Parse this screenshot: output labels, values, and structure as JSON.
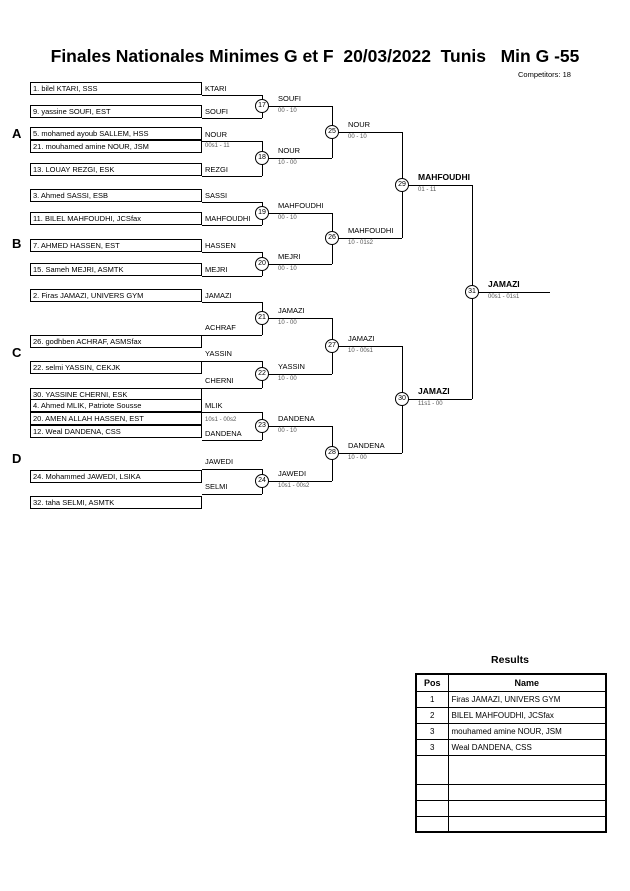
{
  "header": {
    "title": "Finales Nationales Minimes G et F  20/03/2022  Tunis   Min G -55",
    "competitors": "Competitors: 18"
  },
  "groups": [
    "A",
    "B",
    "C",
    "D"
  ],
  "bracket": {
    "competitors": [
      "1. bilel KTARI, SSS",
      "9. yassine SOUFI, EST",
      "5. mohamed ayoub SALLEM, HSS",
      "21. mouhamed amine NOUR, JSM",
      "13. LOUAY REZGI, ESK",
      "3. Ahmed SASSI, ESB",
      "11. BILEL MAHFOUDHI, JCSfax",
      "7. AHMED HASSEN, EST",
      "15. Sameh MEJRI, ASMTK",
      "2. Firas JAMAZI, UNIVERS GYM",
      "26. godhben ACHRAF, ASMSfax",
      "22. selmi YASSIN, CEKJK",
      "30. YASSINE CHERNI, ESK",
      "4. Ahmed MLIK, Patriote Sousse",
      "20. AMEN ALLAH HASSEN, EST",
      "12. Weal DANDENA, CSS",
      "24. Mohammed JAWEDI, LSIKA",
      "32. taha SELMI, ASMTK"
    ],
    "round1": [
      {
        "name": "KTARI"
      },
      {
        "name": "SOUFI"
      },
      {
        "name": "NOUR",
        "score": "00s1 - 11"
      },
      {
        "name": "REZGI"
      },
      {
        "name": "SASSI"
      },
      {
        "name": "MAHFOUDHI"
      },
      {
        "name": "HASSEN"
      },
      {
        "name": "MEJRI"
      },
      {
        "name": "JAMAZI"
      },
      {
        "name": "ACHRAF"
      },
      {
        "name": "YASSIN"
      },
      {
        "name": "CHERNI"
      },
      {
        "name": "MLIK"
      },
      {
        "name": "DANDENA",
        "score": "10s1 - 00s2"
      },
      {
        "name": "JAWEDI"
      },
      {
        "name": "SELMI"
      }
    ],
    "matches": [
      {
        "no": "17",
        "winner": "SOUFI",
        "score": "00 - 10"
      },
      {
        "no": "18",
        "winner": "NOUR",
        "score": "10 - 00"
      },
      {
        "no": "19",
        "winner": "MAHFOUDHI",
        "score": "00 - 10"
      },
      {
        "no": "20",
        "winner": "MEJRI",
        "score": "00 - 10"
      },
      {
        "no": "21",
        "winner": "JAMAZI",
        "score": "10 - 00"
      },
      {
        "no": "22",
        "winner": "YASSIN",
        "score": "10 - 00"
      },
      {
        "no": "23",
        "winner": "DANDENA",
        "score": "00 - 10"
      },
      {
        "no": "24",
        "winner": "JAWEDI",
        "score": "10s1 - 00s2"
      },
      {
        "no": "25",
        "winner": "NOUR",
        "score": "00 - 10"
      },
      {
        "no": "26",
        "winner": "MAHFOUDHI",
        "score": "10 - 01s2"
      },
      {
        "no": "27",
        "winner": "JAMAZI",
        "score": "10 - 00s1"
      },
      {
        "no": "28",
        "winner": "DANDENA",
        "score": "10 - 00"
      },
      {
        "no": "29",
        "winner": "MAHFOUDHI",
        "score": "01 - 11"
      },
      {
        "no": "30",
        "winner": "JAMAZI",
        "score": "11s1 - 00"
      },
      {
        "no": "31",
        "winner": "JAMAZI",
        "score": "00s1 - 01s1"
      }
    ]
  },
  "results": {
    "title": "Results",
    "columns": [
      "Pos",
      "Name"
    ],
    "rows": [
      {
        "pos": "1",
        "name": "Firas JAMAZI, UNIVERS GYM"
      },
      {
        "pos": "2",
        "name": "BILEL MAHFOUDHI, JCSfax"
      },
      {
        "pos": "3",
        "name": "mouhamed amine NOUR, JSM"
      },
      {
        "pos": "3",
        "name": "Weal DANDENA, CSS"
      }
    ]
  }
}
